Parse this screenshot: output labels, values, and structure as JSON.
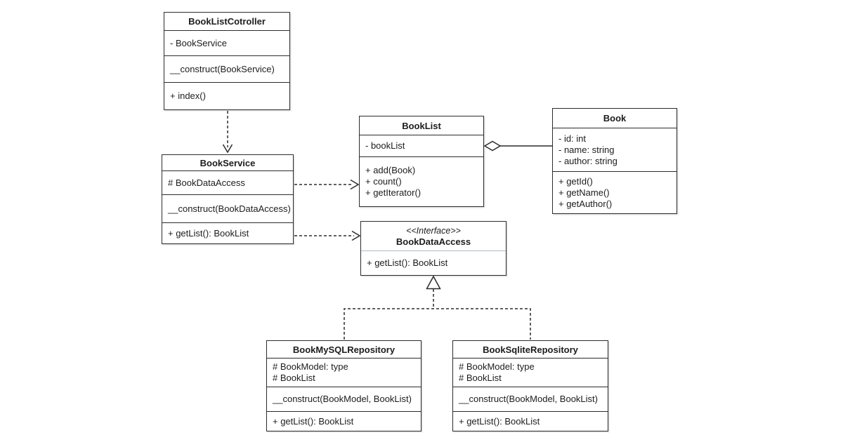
{
  "diagram": {
    "kind": "uml-class-diagram",
    "colors": {
      "background": "#ffffff",
      "stroke": "#2b2b2b",
      "text": "#1c1c1c",
      "interface_separator": "#b4bac0",
      "shape_fill": "#ffffff"
    }
  },
  "classes": {
    "controller": {
      "title": "BookListCotroller",
      "compartments": [
        [
          "- BookService"
        ],
        [
          "__construct(BookService)"
        ],
        [
          "+ index()"
        ]
      ]
    },
    "service": {
      "title": "BookService",
      "compartments": [
        [
          "# BookDataAccess"
        ],
        [
          "__construct(BookDataAccess)"
        ],
        [
          "+ getList(): BookList"
        ]
      ]
    },
    "booklist": {
      "title": "BookList",
      "compartments": [
        [
          "- bookList"
        ],
        [
          "+ add(Book)",
          "+ count()",
          "+ getIterator()"
        ]
      ]
    },
    "book": {
      "title": "Book",
      "compartments": [
        [
          "- id: int",
          "- name: string",
          "- author: string"
        ],
        [
          "+ getId()",
          "+ getName()",
          "+ getAuthor()"
        ]
      ]
    },
    "dataaccess": {
      "stereotype": "<<Interface>>",
      "title": "BookDataAccess",
      "compartments": [
        [
          "+ getList(): BookList"
        ]
      ]
    },
    "mysql_repo": {
      "title": "BookMySQLRepository",
      "compartments": [
        [
          "# BookModel: type",
          "# BookList"
        ],
        [
          "__construct(BookModel, BookList)"
        ],
        [
          "+ getList(): BookList"
        ]
      ]
    },
    "sqlite_repo": {
      "title": "BookSqliteRepository",
      "compartments": [
        [
          "# BookModel: type",
          "# BookList"
        ],
        [
          "__construct(BookModel, BookList)"
        ],
        [
          "+ getList(): BookList"
        ]
      ]
    }
  },
  "relationships": [
    {
      "type": "dependency",
      "from": "BookListCotroller",
      "to": "BookService",
      "line": "dashed",
      "head": "open-arrow"
    },
    {
      "type": "dependency",
      "from": "BookService",
      "to": "BookList",
      "line": "dashed",
      "head": "open-arrow"
    },
    {
      "type": "dependency",
      "from": "BookService",
      "to": "BookDataAccess",
      "line": "dashed",
      "head": "open-arrow"
    },
    {
      "type": "aggregation",
      "whole": "BookList",
      "part": "Book",
      "line": "solid",
      "head": "hollow-diamond"
    },
    {
      "type": "realization",
      "from": "BookMySQLRepository",
      "to": "BookDataAccess",
      "line": "dashed",
      "head": "hollow-triangle"
    },
    {
      "type": "realization",
      "from": "BookSqliteRepository",
      "to": "BookDataAccess",
      "line": "dashed",
      "head": "hollow-triangle"
    }
  ]
}
